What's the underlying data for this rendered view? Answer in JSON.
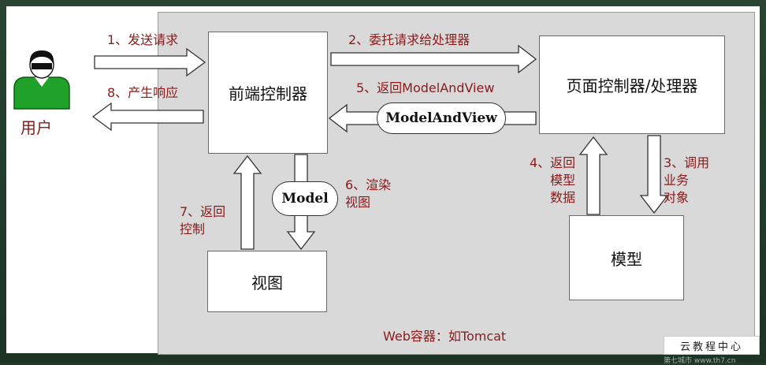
{
  "user": {
    "label": "用户"
  },
  "boxes": {
    "front_controller": "前端控制器",
    "page_controller": "页面控制器/处理器",
    "model": "模型",
    "view": "视图"
  },
  "pills": {
    "model_and_view": "ModelAndView",
    "model": "Model"
  },
  "steps": {
    "s1": "1、发送请求",
    "s2": "2、委托请求给处理器",
    "s3": "3、调用\n业务\n对象",
    "s4": "4、返回\n模型\n数据",
    "s5": "5、返回ModelAndView",
    "s6": "6、渲染\n视图",
    "s7": "7、返回\n控制",
    "s8": "8、产生响应"
  },
  "container_label": "Web容器：如Tomcat",
  "watermark": {
    "text": "云教程中心",
    "subtext": "第七城市 www.th7.cn"
  },
  "colors": {
    "label_text": "#8b1a1a",
    "container_fill": "#d9d9d9",
    "user_body": "#1fa12a",
    "frame": "#223a29"
  },
  "icons": {
    "user": "person-icon"
  }
}
